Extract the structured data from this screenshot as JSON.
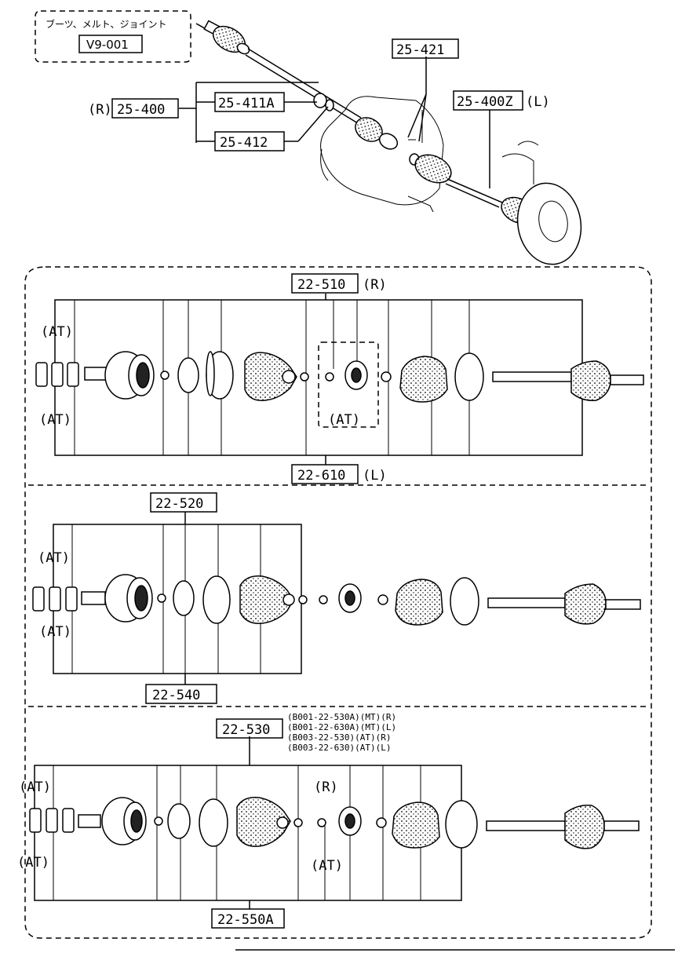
{
  "header_box": {
    "caption": "ブーツ、メルト、ジョイント",
    "code": "V9-001"
  },
  "top_assembly": {
    "code_25_400": "25-400",
    "side_25_400": "(R)",
    "code_25_411A": "25-411A",
    "code_25_412": "25-412",
    "code_25_421": "25-421",
    "code_25_400Z": "25-400Z",
    "side_25_400Z": "(L)"
  },
  "panel1": {
    "code_top": "22-510",
    "side_top": "(R)",
    "code_bottom": "22-610",
    "side_bottom": "(L)",
    "at_upper": "(AT)",
    "at_lower": "(AT)",
    "at_inset": "(AT)"
  },
  "panel2": {
    "code_top": "22-520",
    "code_bottom": "22-540",
    "at_upper": "(AT)",
    "at_lower": "(AT)"
  },
  "panel3": {
    "code_top": "22-530",
    "notes": [
      "(B001-22-530A)(MT)(R)",
      "(B001-22-630A)(MT)(L)",
      "(B003-22-530)(AT)(R)",
      "(B003-22-630)(AT)(L)"
    ],
    "code_bottom": "22-550A",
    "at_upper": "(AT)",
    "at_lower": "(AT)",
    "r_mark": "(R)",
    "at_mid": "(AT)"
  }
}
